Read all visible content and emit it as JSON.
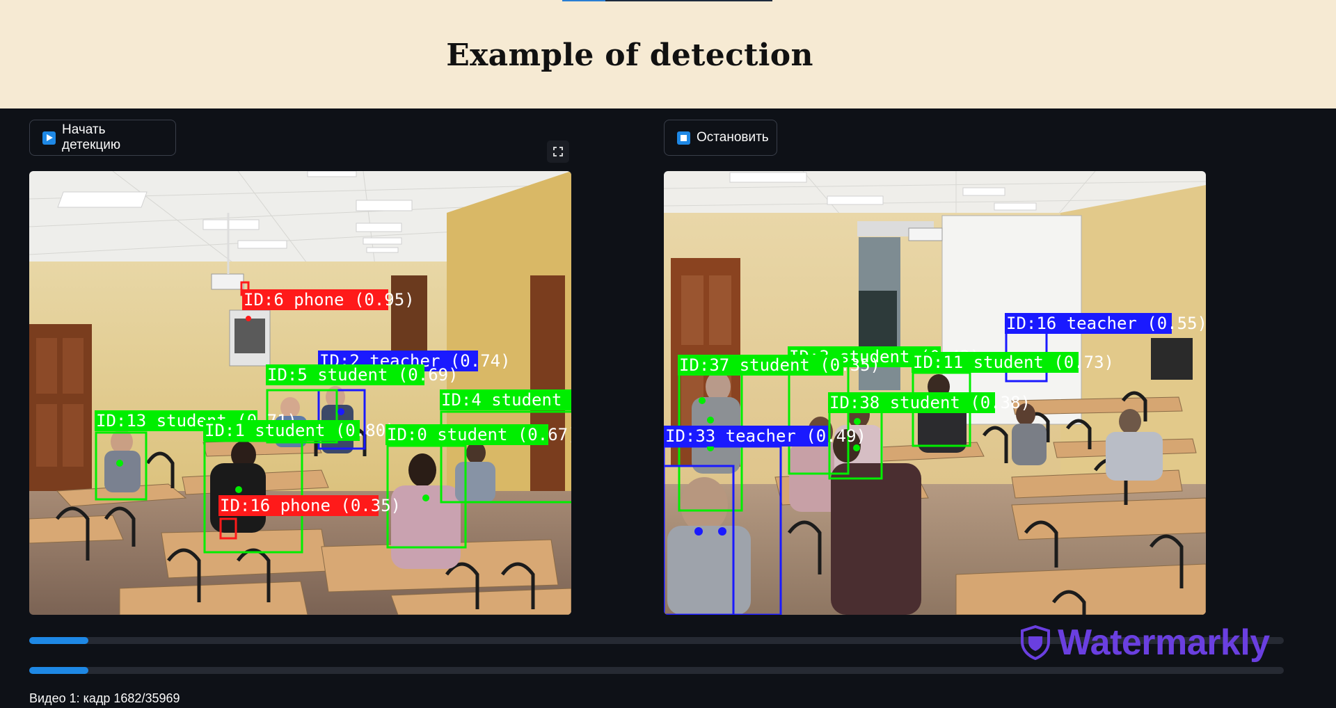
{
  "header": {
    "title": "Example of detection"
  },
  "controls": {
    "start_label": "Начать детекцию",
    "stop_label": "Остановить"
  },
  "video_left": {
    "detections": [
      {
        "label": "ID:6 phone (0.95)",
        "class": "phone"
      },
      {
        "label": "ID:2 teacher (0.74)",
        "class": "teacher"
      },
      {
        "label": "ID:5 student (0.69)",
        "class": "student"
      },
      {
        "label": "ID:4 student (0.",
        "class": "student"
      },
      {
        "label": "ID:13 student (0.71)",
        "class": "student"
      },
      {
        "label": "ID:1 student (0.80)",
        "class": "student"
      },
      {
        "label": "ID:0 student (0.67)",
        "class": "student"
      },
      {
        "label": "ID:16 phone (0.35)",
        "class": "phone"
      }
    ]
  },
  "video_right": {
    "detections": [
      {
        "label": "ID:16 teacher (0.55)",
        "class": "teacher"
      },
      {
        "label": "ID:37 student (0.35)",
        "class": "student"
      },
      {
        "label": "ID:3 student (0.43)",
        "class": "student"
      },
      {
        "label": "ID:11 student (0.73)",
        "class": "student"
      },
      {
        "label": "ID:38 student (0.38)",
        "class": "student"
      },
      {
        "label": "ID:33 teacher (0.49)",
        "class": "teacher"
      }
    ]
  },
  "progress": {
    "video1": 0.047,
    "video2": 0.047
  },
  "status": {
    "frame_text": "Видео 1: кадр 1682/35969"
  },
  "watermark": {
    "text": "Watermarkly"
  },
  "colors": {
    "student": "#00ee00",
    "teacher": "#1a1aff",
    "phone": "#ff1a1a",
    "accent": "#1e88e5",
    "header_bg": "#f6ead3",
    "page_bg": "#0e1117"
  }
}
